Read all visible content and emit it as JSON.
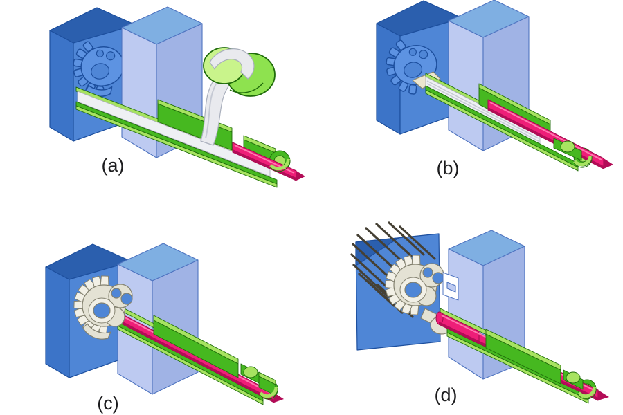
{
  "figure": {
    "type": "four-stage mechanism diagram",
    "panels": [
      {
        "label": "(a)",
        "parts": [
          "blue-mold-block",
          "embossed-gear-cavity",
          "light-blue-pillar",
          "green-guide-rail",
          "silver-strip",
          "green-loop",
          "pink-rod"
        ]
      },
      {
        "label": "(b)",
        "parts": [
          "blue-mold-block",
          "embossed-gear-cavity",
          "light-blue-pillar",
          "green-guide-rail",
          "silver-strips",
          "pink-rod"
        ]
      },
      {
        "label": "(c)",
        "parts": [
          "blue-mold-block",
          "silver-gear",
          "light-blue-pillar",
          "green-guide-rail",
          "pink-rod"
        ]
      },
      {
        "label": "(d)",
        "parts": [
          "blue-plate",
          "silver-gear-with-pins",
          "notched-pillar",
          "green-guide-rail",
          "pink-rod"
        ]
      }
    ]
  },
  "palette": {
    "background": "#ffffff",
    "label_color": "#1c1c1e",
    "wall_face": "#4f86d6",
    "wall_face_light": "#5d93e2",
    "wall_side": "#3c74c8",
    "wall_top": "#2b5fae",
    "wall_edge": "#1d4f9e",
    "pillar_face": "#bdcaf1",
    "pillar_side": "#a0b3e5",
    "pillar_top": "#7fafe2",
    "pillar_edge": "#4f74c0",
    "green_dark": "#2e8a12",
    "green_mid": "#46b820",
    "green_light": "#a7e361",
    "green_outline": "#1f6b0a",
    "loop_green": "#8ee24f",
    "loop_green_light": "#c9f48b",
    "pink": "#ee1e78",
    "pink_dark": "#b30c57",
    "pink_light": "#ff7ab0",
    "pink_edge": "#9e0a4c",
    "silver": "#e9eaee",
    "silver_dark": "#a9afbc",
    "cream": "#ece6cf",
    "cream_edge": "#8d8668",
    "gear_fill": "#e4e2d4",
    "gear_light": "#f2f0e6",
    "gear_edge": "#83816f",
    "pin": "#454034"
  }
}
